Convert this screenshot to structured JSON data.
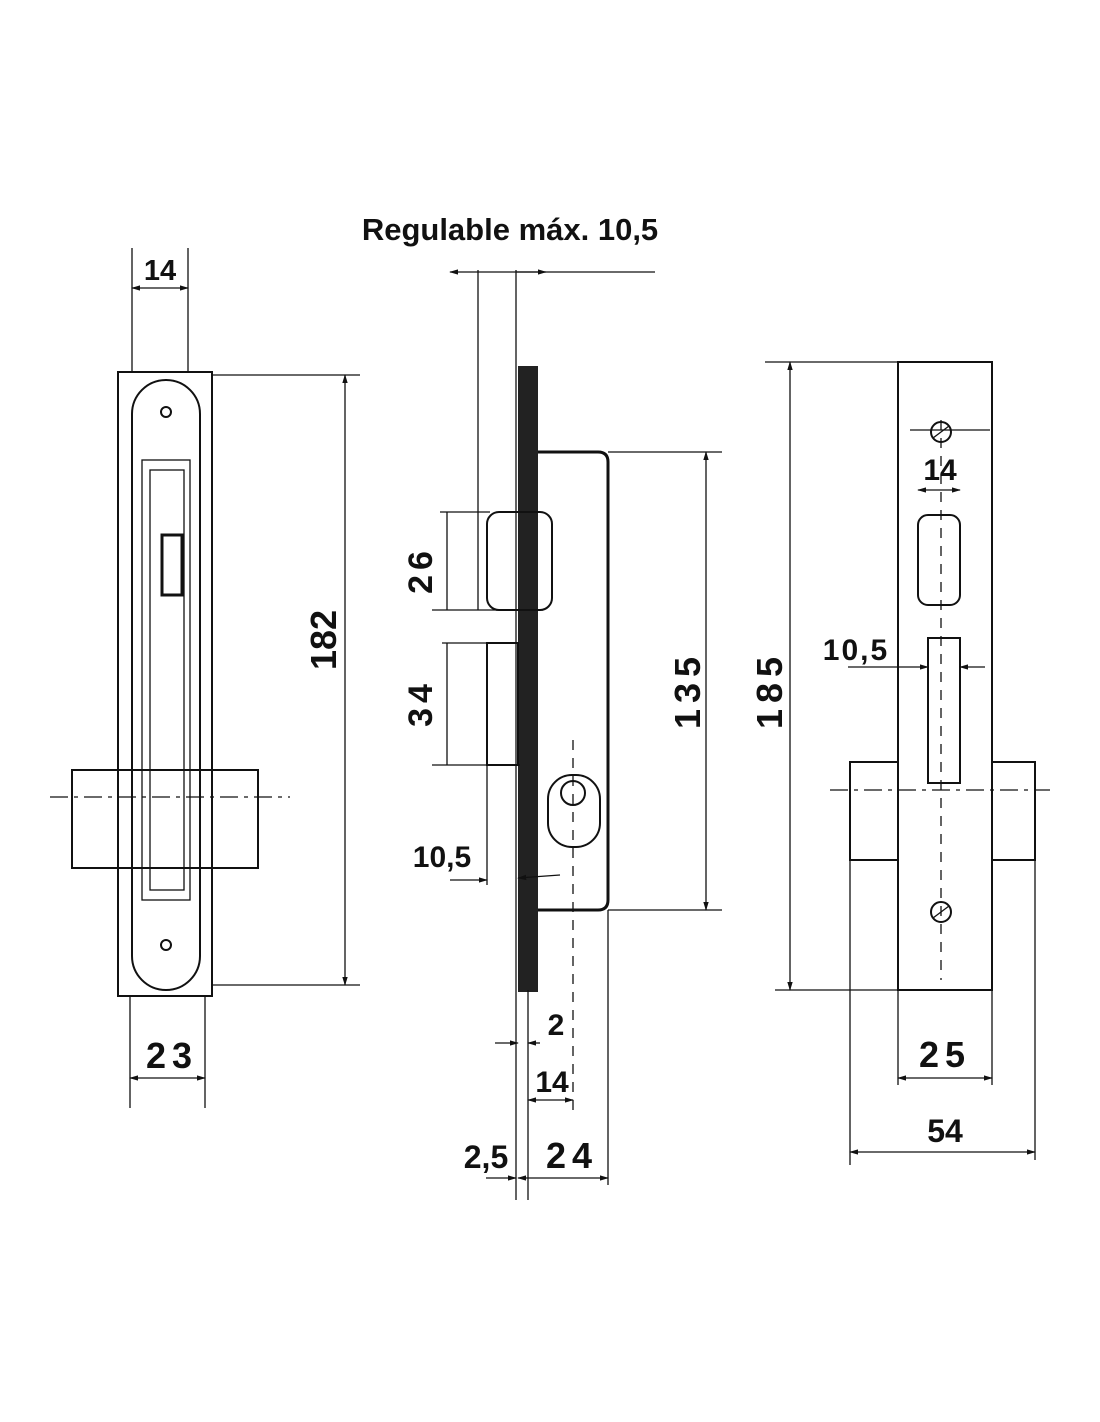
{
  "title": "Regulable máx. 10,5",
  "left_view": {
    "top_width": "14",
    "height": "182",
    "bottom_width": "23"
  },
  "side_view": {
    "latch": "26",
    "bolt": "34",
    "offset": "10,5",
    "case_height": "135",
    "plate": "2",
    "backset": "14",
    "front": "2,5",
    "depth": "24"
  },
  "right_view": {
    "height": "185",
    "latch_width": "14",
    "bolt_offset": "10,5",
    "plate_width": "25",
    "total_width": "54"
  }
}
